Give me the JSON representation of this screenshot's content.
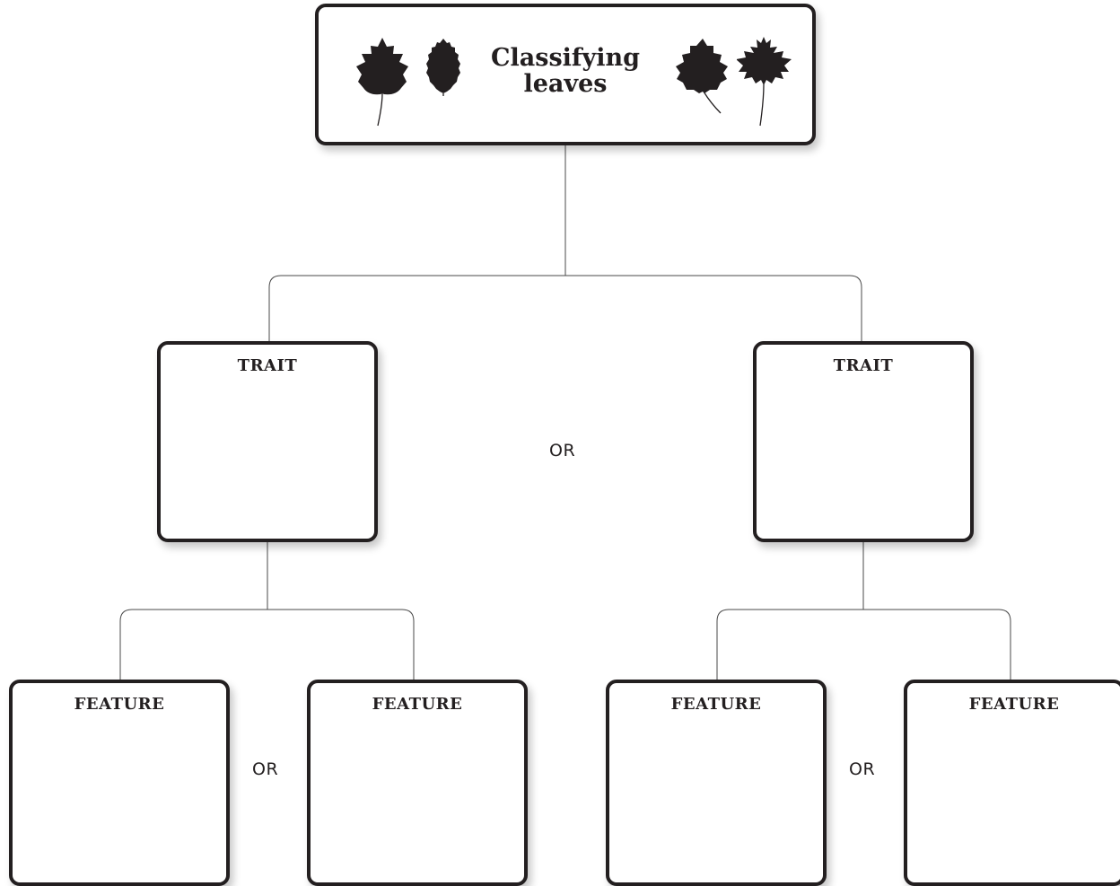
{
  "title": "Classifying leaves",
  "title_icons": [
    "maple-leaf-icon",
    "oval-serrated-leaf-icon",
    "lobed-leaf-icon",
    "star-maple-leaf-icon"
  ],
  "traits": [
    {
      "label": "TRAIT"
    },
    {
      "label": "TRAIT"
    }
  ],
  "features": [
    {
      "label": "FEATURE"
    },
    {
      "label": "FEATURE"
    },
    {
      "label": "FEATURE"
    },
    {
      "label": "FEATURE"
    }
  ],
  "or_labels": {
    "traits": "OR",
    "features_left": "OR",
    "features_right": "OR"
  }
}
